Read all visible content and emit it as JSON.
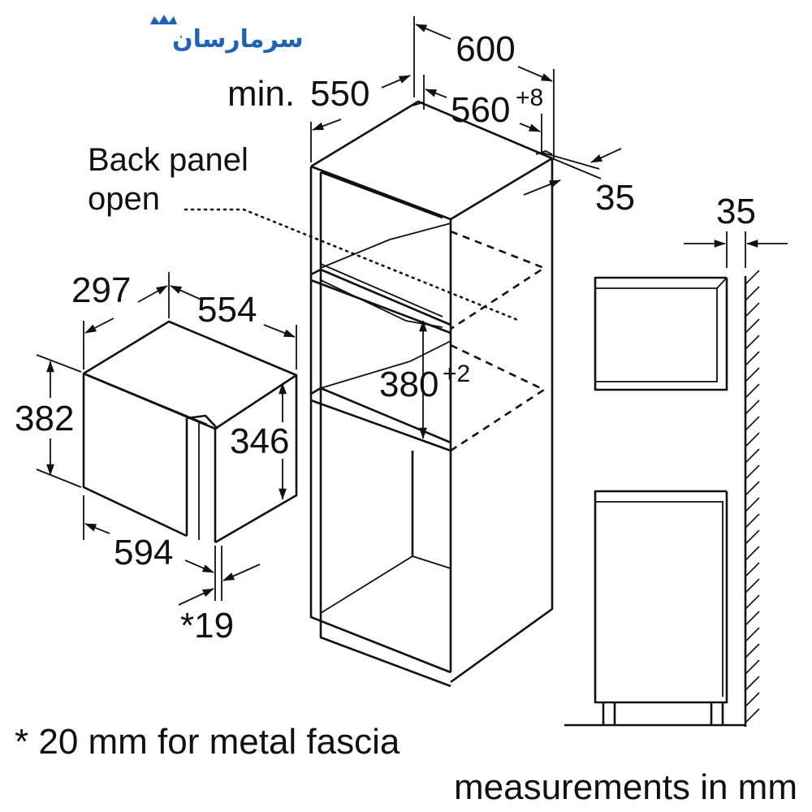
{
  "logo": {
    "text": "سرمارسان",
    "color": "#1f63b8"
  },
  "labels": {
    "back_panel_line1": "Back panel",
    "back_panel_line2": "open",
    "footnote": "* 20 mm for metal fascia",
    "units": "measurements in mm"
  },
  "dimensions": {
    "cabinet_width": "600",
    "cabinet_depth_min_prefix": "min.",
    "cabinet_depth_min": "550",
    "niche_width": "560",
    "niche_width_tol": "+8",
    "back_gap_top": "35",
    "niche_height": "380",
    "niche_height_tol": "+2",
    "side_gap": "35",
    "appliance_depth": "297",
    "appliance_width_top": "554",
    "appliance_height": "382",
    "appliance_inner_height": "346",
    "appliance_front_width": "594",
    "fascia_thickness": "*19"
  }
}
